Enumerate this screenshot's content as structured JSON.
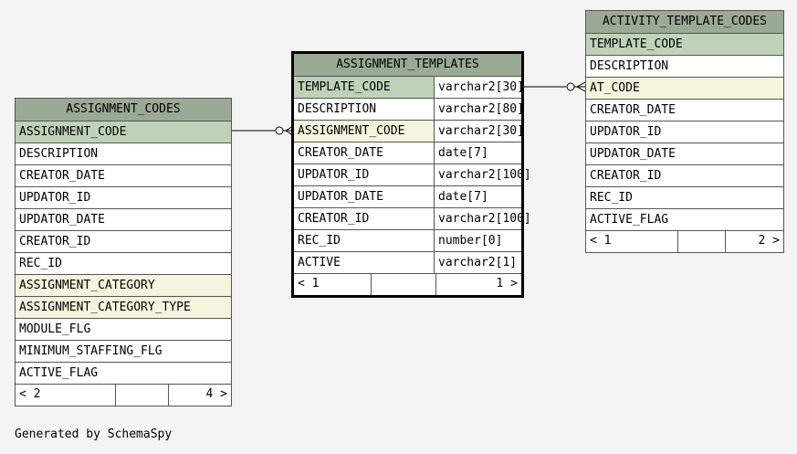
{
  "tables": {
    "assignment_codes": {
      "name": "ASSIGNMENT_CODES",
      "columns": [
        {
          "name": "ASSIGNMENT_CODE",
          "kind": "pk"
        },
        {
          "name": "DESCRIPTION",
          "kind": "plain"
        },
        {
          "name": "CREATOR_DATE",
          "kind": "plain"
        },
        {
          "name": "UPDATOR_ID",
          "kind": "plain"
        },
        {
          "name": "UPDATOR_DATE",
          "kind": "plain"
        },
        {
          "name": "CREATOR_ID",
          "kind": "plain"
        },
        {
          "name": "REC_ID",
          "kind": "plain"
        },
        {
          "name": "ASSIGNMENT_CATEGORY",
          "kind": "fk"
        },
        {
          "name": "ASSIGNMENT_CATEGORY_TYPE",
          "kind": "fk"
        },
        {
          "name": "MODULE_FLG",
          "kind": "plain"
        },
        {
          "name": "MINIMUM_STAFFING_FLG",
          "kind": "plain"
        },
        {
          "name": "ACTIVE_FLAG",
          "kind": "plain"
        }
      ],
      "footer": {
        "parents": "< 2",
        "children": "4 >"
      }
    },
    "assignment_templates": {
      "name": "ASSIGNMENT_TEMPLATES",
      "columns": [
        {
          "name": "TEMPLATE_CODE",
          "type": "varchar2[30]",
          "kind": "pk"
        },
        {
          "name": "DESCRIPTION",
          "type": "varchar2[80]",
          "kind": "plain"
        },
        {
          "name": "ASSIGNMENT_CODE",
          "type": "varchar2[30]",
          "kind": "fk"
        },
        {
          "name": "CREATOR_DATE",
          "type": "date[7]",
          "kind": "plain"
        },
        {
          "name": "UPDATOR_ID",
          "type": "varchar2[100]",
          "kind": "plain"
        },
        {
          "name": "UPDATOR_DATE",
          "type": "date[7]",
          "kind": "plain"
        },
        {
          "name": "CREATOR_ID",
          "type": "varchar2[100]",
          "kind": "plain"
        },
        {
          "name": "REC_ID",
          "type": "number[0]",
          "kind": "plain"
        },
        {
          "name": "ACTIVE",
          "type": "varchar2[1]",
          "kind": "plain"
        }
      ],
      "footer": {
        "parents": "< 1",
        "children": "1 >"
      }
    },
    "activity_template_codes": {
      "name": "ACTIVITY_TEMPLATE_CODES",
      "columns": [
        {
          "name": "TEMPLATE_CODE",
          "kind": "pk"
        },
        {
          "name": "DESCRIPTION",
          "kind": "plain"
        },
        {
          "name": "AT_CODE",
          "kind": "fk"
        },
        {
          "name": "CREATOR_DATE",
          "kind": "plain"
        },
        {
          "name": "UPDATOR_ID",
          "kind": "plain"
        },
        {
          "name": "UPDATOR_DATE",
          "kind": "plain"
        },
        {
          "name": "CREATOR_ID",
          "kind": "plain"
        },
        {
          "name": "REC_ID",
          "kind": "plain"
        },
        {
          "name": "ACTIVE_FLAG",
          "kind": "plain"
        }
      ],
      "footer": {
        "parents": "< 1",
        "children": "2 >"
      }
    }
  },
  "footer_text": "Generated by SchemaSpy",
  "colors": {
    "title_bg": "#9aaa94",
    "primary_key_bg": "#bfd2b7",
    "foreign_key_bg": "#f4f5dd",
    "background": "#f4f4f4"
  }
}
